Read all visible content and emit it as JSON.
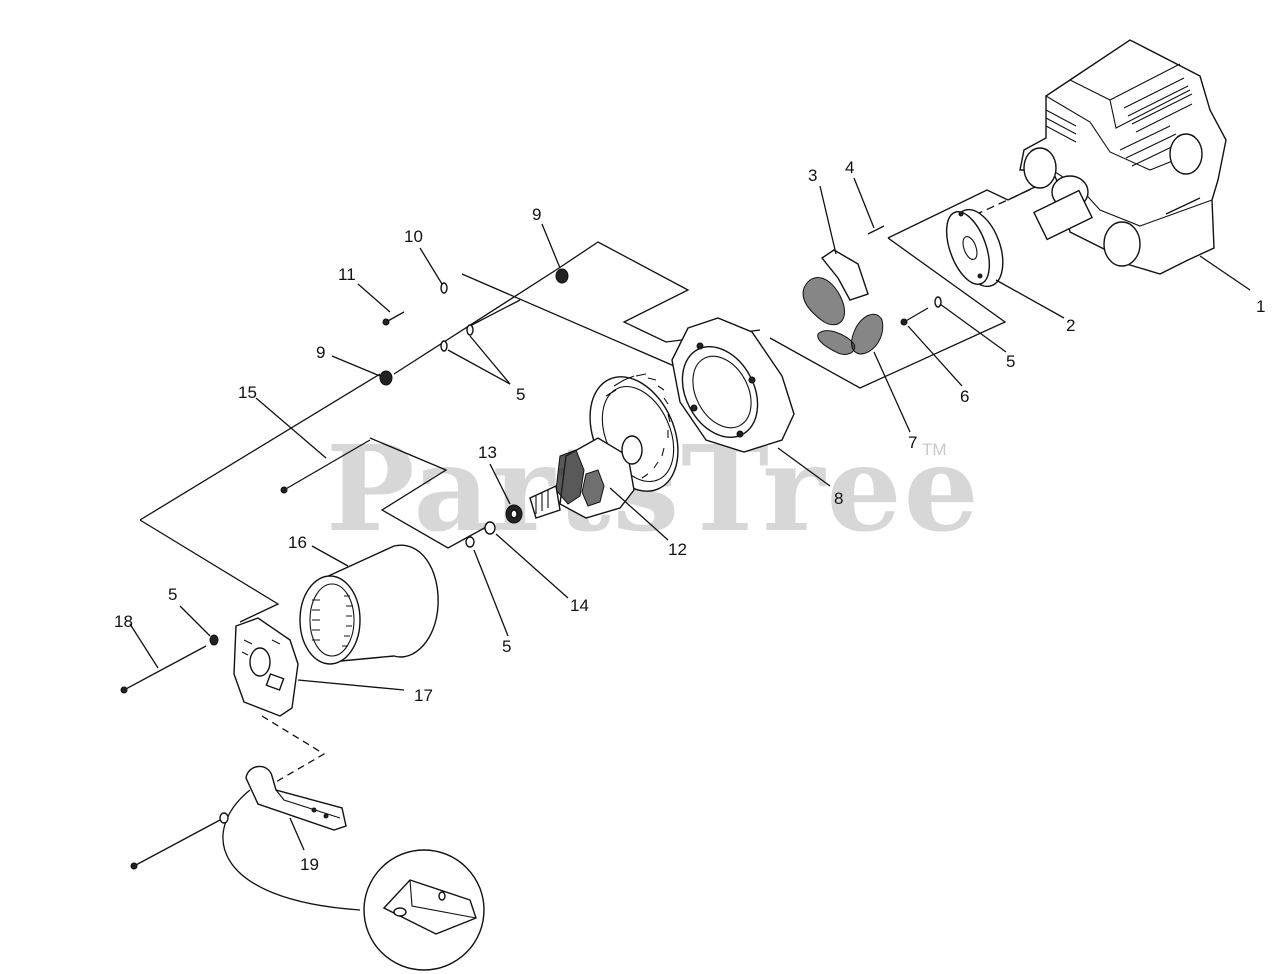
{
  "watermark": {
    "text": "PartsTree",
    "mark": "TM"
  },
  "callouts": [
    {
      "id": "c1",
      "label": "1"
    },
    {
      "id": "c2",
      "label": "2"
    },
    {
      "id": "c3",
      "label": "3"
    },
    {
      "id": "c4",
      "label": "4"
    },
    {
      "id": "c5a",
      "label": "5"
    },
    {
      "id": "c6",
      "label": "6"
    },
    {
      "id": "c7",
      "label": "7"
    },
    {
      "id": "c8",
      "label": "8"
    },
    {
      "id": "c9a",
      "label": "9"
    },
    {
      "id": "c10",
      "label": "10"
    },
    {
      "id": "c11",
      "label": "11"
    },
    {
      "id": "c9b",
      "label": "9"
    },
    {
      "id": "c5b",
      "label": "5"
    },
    {
      "id": "c15",
      "label": "15"
    },
    {
      "id": "c13",
      "label": "13"
    },
    {
      "id": "c12",
      "label": "12"
    },
    {
      "id": "c16",
      "label": "16"
    },
    {
      "id": "c14",
      "label": "14"
    },
    {
      "id": "c5c",
      "label": "5"
    },
    {
      "id": "c5d",
      "label": "5"
    },
    {
      "id": "c18",
      "label": "18"
    },
    {
      "id": "c17",
      "label": "17"
    },
    {
      "id": "c19",
      "label": "19"
    }
  ]
}
